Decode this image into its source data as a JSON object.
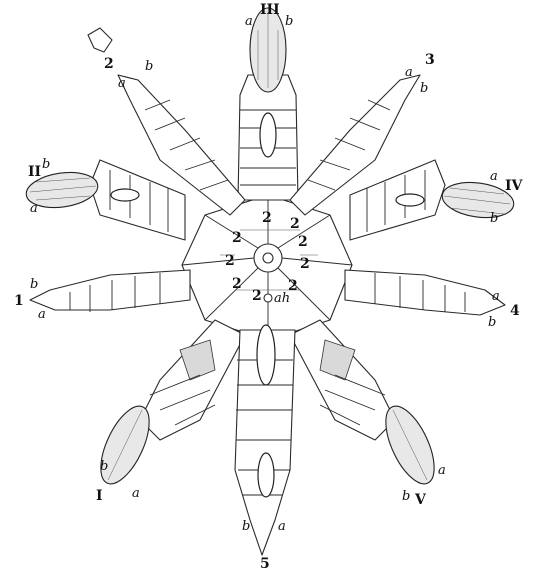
{
  "figure": {
    "labels": {
      "roman_I": "I",
      "roman_II": "II",
      "roman_III": "III",
      "roman_IV": "IV",
      "roman_V": "V",
      "arabic_1": "1",
      "arabic_2": "2",
      "arabic_3": "3",
      "arabic_4": "4",
      "arabic_5": "5",
      "a": "a",
      "b": "b",
      "two": "2",
      "anus": "ah"
    },
    "colors": {
      "line": "#2a2a2a",
      "shade": "#d9d9d9",
      "background": "#ffffff"
    }
  }
}
